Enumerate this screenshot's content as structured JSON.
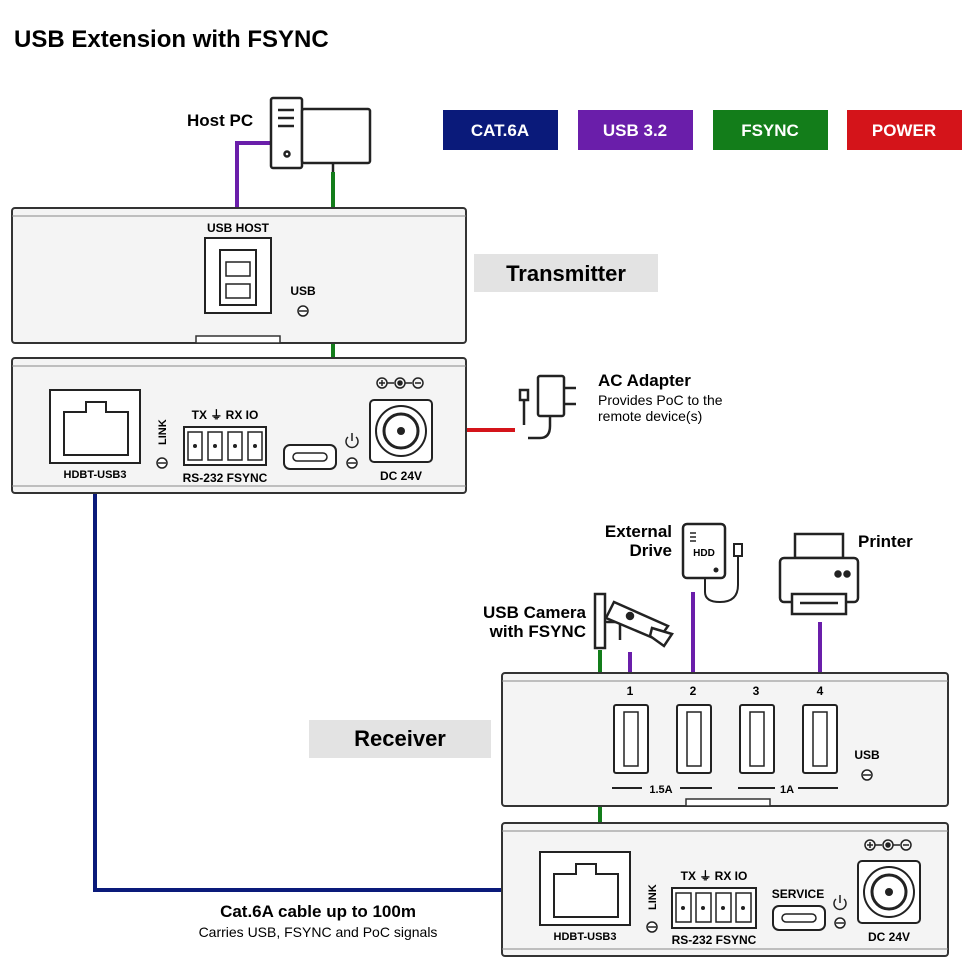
{
  "title": "USB Extension with FSYNC",
  "legend": [
    {
      "label": "CAT.6A",
      "color": "#0a1a7a"
    },
    {
      "label": "USB 3.2",
      "color": "#6a1eaa"
    },
    {
      "label": "FSYNC",
      "color": "#137d1a"
    },
    {
      "label": "POWER",
      "color": "#d4141a"
    }
  ],
  "host_pc": {
    "label": "Host PC"
  },
  "transmitter": {
    "name": "Transmitter",
    "usb_host_label": "USB HOST",
    "usb_label": "USB",
    "hdbt_label": "HDBT-USB3",
    "link_label": "LINK",
    "terminal_top": "TX ⏚ RX IO",
    "terminal_bottom": "RS-232  FSYNC",
    "dc_label": "DC 24V"
  },
  "ac_adapter": {
    "title": "AC Adapter",
    "desc_line1": "Provides PoC to the",
    "desc_line2": "remote device(s)"
  },
  "external_drive": {
    "line1": "External",
    "line2": "Drive",
    "hdd_label": "HDD"
  },
  "printer": {
    "label": "Printer"
  },
  "camera": {
    "line1": "USB Camera",
    "line2": "with FSYNC"
  },
  "receiver": {
    "name": "Receiver",
    "ports": [
      "1",
      "2",
      "3",
      "4"
    ],
    "current_left": "1.5A",
    "current_right": "1A",
    "usb_label": "USB",
    "hdbt_label": "HDBT-USB3",
    "link_label": "LINK",
    "terminal_top": "TX ⏚ RX IO",
    "terminal_bottom": "RS-232  FSYNC",
    "service_label": "SERVICE",
    "dc_label": "DC 24V"
  },
  "cable": {
    "title": "Cat.6A cable up to 100m",
    "desc": "Carries USB, FSYNC and PoC signals"
  }
}
